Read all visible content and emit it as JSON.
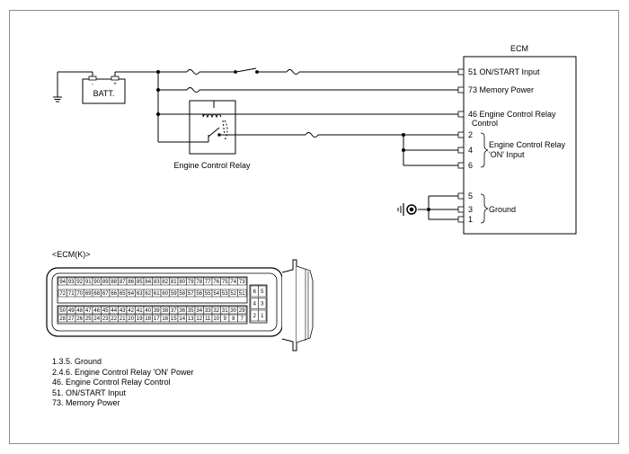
{
  "diagram": {
    "ecm_title": "ECM",
    "battery_label": "BATT.",
    "battery_minus": "-",
    "battery_plus": "+",
    "relay_label": "Engine Control Relay",
    "ecm_pins": {
      "p51": "51 ON/START Input",
      "p73": "73 Memory Power",
      "p46_line1": "46 Engine Control Relay",
      "p46_line2": "Control",
      "p2": "2",
      "p4": "4",
      "p6": "6",
      "p5": "5",
      "p3": "3",
      "p1": "1"
    },
    "group_on_line1": "Engine Control Relay",
    "group_on_line2": "'ON' Input",
    "group_ground": "Ground"
  },
  "connector": {
    "title": "<ECM(K)>",
    "row1": [
      "94",
      "93",
      "92",
      "91",
      "90",
      "89",
      "88",
      "87",
      "86",
      "85",
      "84",
      "83",
      "82",
      "81",
      "80",
      "79",
      "78",
      "77",
      "76",
      "75",
      "74",
      "73"
    ],
    "row2": [
      "72",
      "71",
      "70",
      "69",
      "68",
      "67",
      "66",
      "65",
      "64",
      "63",
      "62",
      "61",
      "60",
      "59",
      "58",
      "57",
      "56",
      "55",
      "54",
      "53",
      "52",
      "51"
    ],
    "row3": [
      "50",
      "49",
      "48",
      "47",
      "46",
      "45",
      "44",
      "43",
      "42",
      "41",
      "40",
      "39",
      "38",
      "37",
      "36",
      "35",
      "34",
      "33",
      "32",
      "31",
      "30",
      "29"
    ],
    "row4": [
      "28",
      "27",
      "26",
      "25",
      "24",
      "23",
      "22",
      "21",
      "20",
      "19",
      "18",
      "17",
      "16",
      "15",
      "14",
      "13",
      "12",
      "11",
      "10",
      "9",
      "8",
      "7"
    ],
    "small_block": [
      "6",
      "5",
      "4",
      "3",
      "2",
      "1"
    ]
  },
  "legend": [
    "1.3.5. Ground",
    "2.4.6. Engine Control Relay 'ON' Power",
    "46. Engine Control Relay Control",
    "51. ON/START Input",
    "73. Memory Power"
  ]
}
